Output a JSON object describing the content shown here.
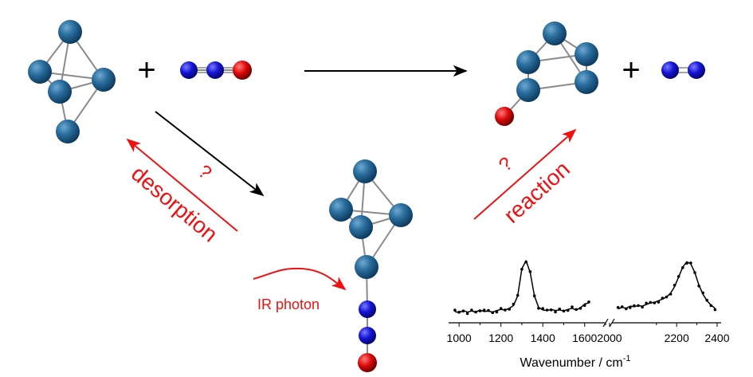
{
  "operators": {
    "plus": "+"
  },
  "labels": {
    "desorption": "desorption",
    "desorption_q": "?",
    "reaction": "reaction",
    "reaction_q": "?",
    "ir_photon": "IR photon"
  },
  "spectrum": {
    "xlabel": "Wavenumber / cm",
    "xlabel_sup": "-1",
    "ticks_left": [
      "1000",
      "1200",
      "1400",
      "1600",
      "2000"
    ],
    "ticks_right": [
      "2200",
      "2400"
    ]
  },
  "colors": {
    "metal": "#1f5f8f",
    "nitrogen": "#1010cc",
    "oxygen": "#cc0000",
    "red_arrow": "#ee1111",
    "black_arrow": "#000000"
  },
  "chart_data": {
    "type": "scatter",
    "xlabel": "Wavenumber / cm-1",
    "xlim_left": [
      950,
      1700
    ],
    "xlim_right": [
      1880,
      2420
    ],
    "axis_break_between": [
      1700,
      1880
    ],
    "series": [
      {
        "values_left": [
          [
            980,
            0.06
          ],
          [
            1000,
            0.04
          ],
          [
            1020,
            0.08
          ],
          [
            1040,
            0.05
          ],
          [
            1060,
            0.07
          ],
          [
            1080,
            0.05
          ],
          [
            1100,
            0.09
          ],
          [
            1120,
            0.06
          ],
          [
            1140,
            0.07
          ],
          [
            1160,
            0.05
          ],
          [
            1180,
            0.08
          ],
          [
            1200,
            0.1
          ],
          [
            1220,
            0.09
          ],
          [
            1240,
            0.12
          ],
          [
            1260,
            0.17
          ],
          [
            1280,
            0.35
          ],
          [
            1300,
            0.85
          ],
          [
            1320,
            1.0
          ],
          [
            1340,
            0.78
          ],
          [
            1360,
            0.35
          ],
          [
            1380,
            0.14
          ],
          [
            1400,
            0.09
          ],
          [
            1420,
            0.08
          ],
          [
            1440,
            0.1
          ],
          [
            1460,
            0.08
          ],
          [
            1480,
            0.09
          ],
          [
            1500,
            0.07
          ],
          [
            1520,
            0.1
          ],
          [
            1540,
            0.12
          ],
          [
            1560,
            0.09
          ],
          [
            1580,
            0.13
          ],
          [
            1600,
            0.2
          ],
          [
            1620,
            0.22
          ]
        ],
        "values_right": [
          [
            1910,
            0.11
          ],
          [
            1930,
            0.14
          ],
          [
            1950,
            0.12
          ],
          [
            1970,
            0.16
          ],
          [
            1990,
            0.15
          ],
          [
            2010,
            0.17
          ],
          [
            2030,
            0.16
          ],
          [
            2050,
            0.19
          ],
          [
            2070,
            0.22
          ],
          [
            2090,
            0.23
          ],
          [
            2110,
            0.26
          ],
          [
            2130,
            0.29
          ],
          [
            2150,
            0.33
          ],
          [
            2170,
            0.4
          ],
          [
            2190,
            0.52
          ],
          [
            2210,
            0.7
          ],
          [
            2230,
            0.88
          ],
          [
            2250,
            0.98
          ],
          [
            2270,
            0.94
          ],
          [
            2290,
            0.78
          ],
          [
            2310,
            0.55
          ],
          [
            2330,
            0.38
          ],
          [
            2350,
            0.26
          ],
          [
            2370,
            0.18
          ],
          [
            2390,
            0.12
          ]
        ]
      }
    ]
  }
}
